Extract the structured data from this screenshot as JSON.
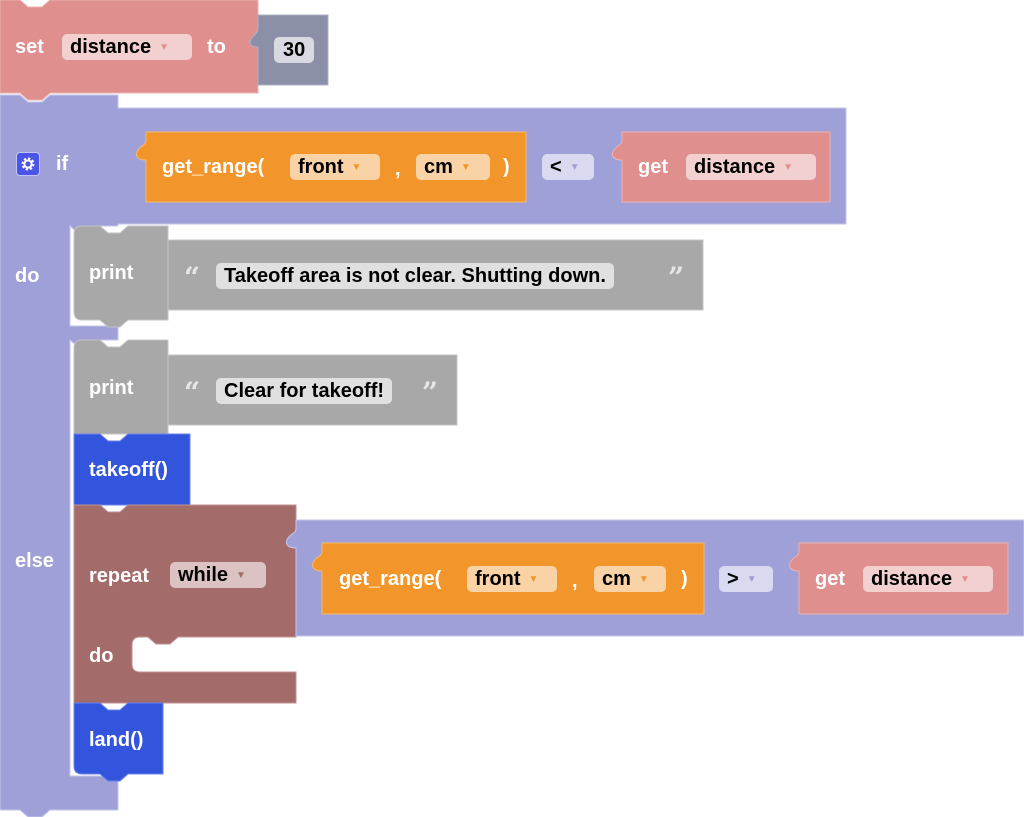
{
  "colors": {
    "variables": "#e08f8f",
    "logic": "#a0a0d8",
    "sensor": "#f2952a",
    "text": "#a8a8a8",
    "drone": "#3355dd",
    "loops": "#a46b6b",
    "math": "#8c8fa8"
  },
  "blocks": {
    "set_var": {
      "set_label": "set",
      "variable": "distance",
      "to_label": "to",
      "value": "30"
    },
    "if_else": {
      "gear_icon": "gear-icon",
      "if_label": "if",
      "do_label": "do",
      "else_label": "else",
      "condition": {
        "func_label": "get_range(",
        "direction": "front",
        "comma": ",",
        "unit": "cm",
        "close_paren": ")",
        "operator": "<",
        "get_label": "get",
        "variable": "distance"
      },
      "do_branch": {
        "print_label": "print",
        "open_quote": "“",
        "text": "Takeoff area is not clear. Shutting down.",
        "close_quote": "”"
      },
      "else_branch": {
        "print": {
          "print_label": "print",
          "open_quote": "“",
          "text": "Clear for takeoff!",
          "close_quote": "”"
        },
        "takeoff_label": "takeoff()",
        "repeat": {
          "repeat_label": "repeat",
          "mode": "while",
          "do_label": "do",
          "condition": {
            "func_label": "get_range(",
            "direction": "front",
            "comma": ",",
            "unit": "cm",
            "close_paren": ")",
            "operator": ">",
            "get_label": "get",
            "variable": "distance"
          }
        },
        "land_label": "land()"
      }
    }
  }
}
